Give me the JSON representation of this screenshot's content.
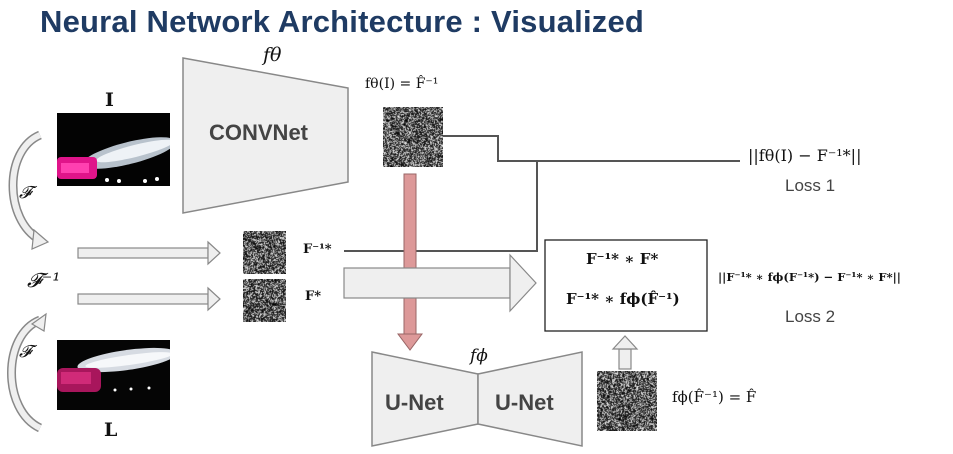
{
  "title": "Neural Network Architecture : Visualized",
  "labels": {
    "f_theta": "fθ",
    "image_i": "I",
    "image_l": "L",
    "fourier": "𝓕",
    "inv_fourier": "𝓕⁻¹",
    "convnet": "CONVNet",
    "unet_left": "U-Net",
    "unet_right": "U-Net",
    "f_phi": "fϕ",
    "ftheta_eq": "fθ(I) = F̂⁻¹",
    "finv_star": "F⁻¹*",
    "f_star": "F*",
    "box_line1": "F⁻¹* ∗ F*",
    "box_line2": "F⁻¹* ∗ fϕ(F̂⁻¹)",
    "loss1_expr": "||fθ(I) − F⁻¹*||",
    "loss1": "Loss 1",
    "loss2_expr": "||F⁻¹* ∗ fϕ(F⁻¹*) − F⁻¹* ∗ F*||",
    "loss2": "Loss 2",
    "fphi_eq": "fϕ(F̂⁻¹) = F̂"
  },
  "icons": {
    "arrow_down": "arrow-down-icon",
    "arrow_up": "arrow-up-icon",
    "arrow_right": "arrow-right-icon",
    "curved_arrow": "curved-arrow-icon"
  },
  "colors": {
    "title": "#1f3b63",
    "net_fill": "#efefef",
    "net_stroke": "#888888",
    "pink_arrow": "#dd9999",
    "line": "#555555"
  }
}
